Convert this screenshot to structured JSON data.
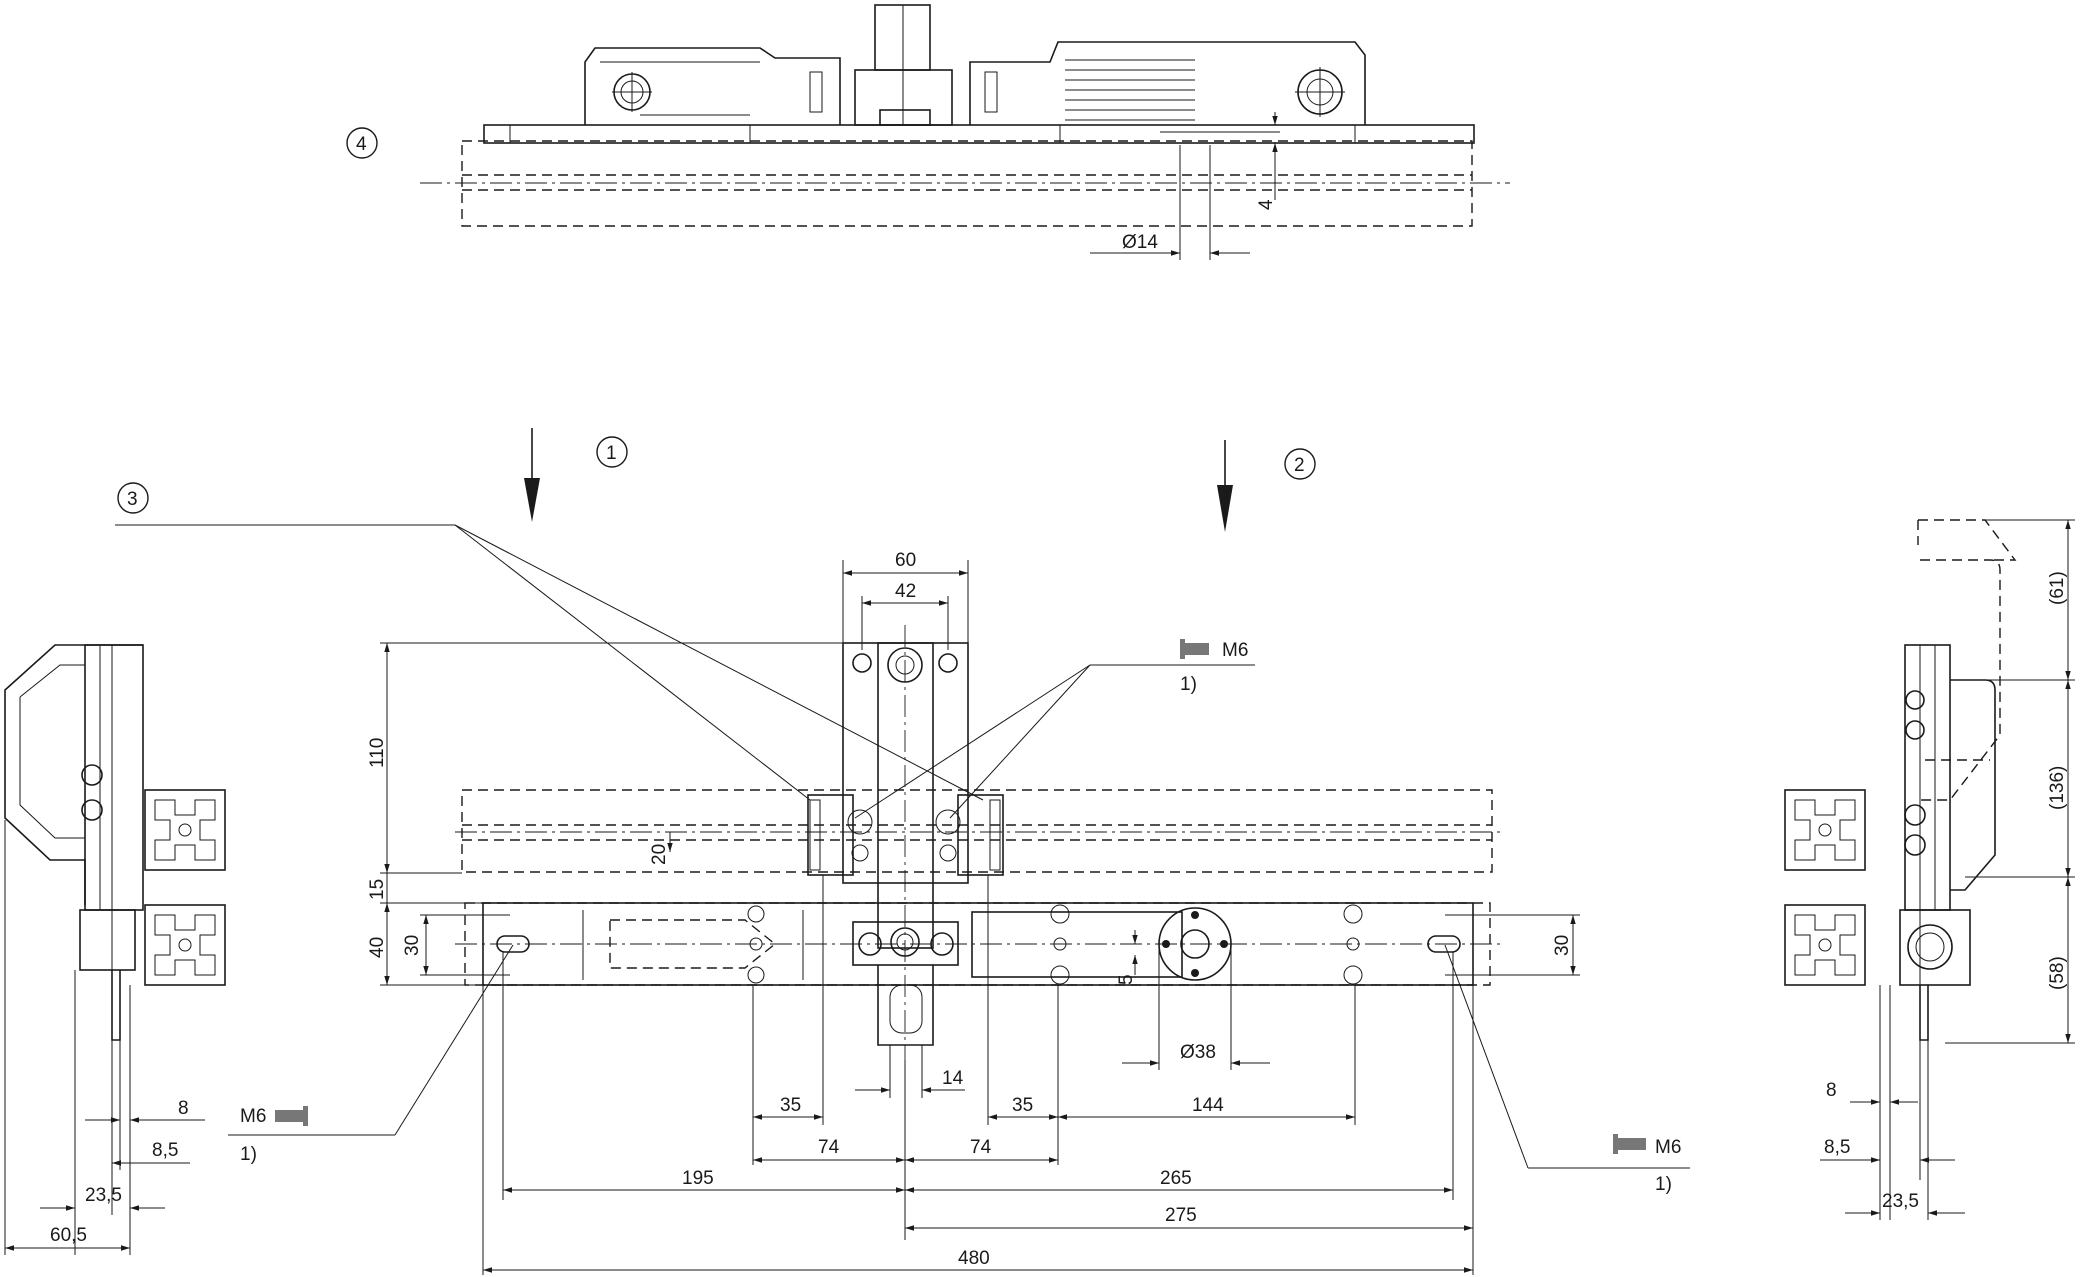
{
  "callouts": {
    "c1": "1",
    "c2": "2",
    "c3": "3",
    "c4": "4"
  },
  "screw_label": "M6",
  "footnote_mark": "1)",
  "top_view": {
    "dia14": "Ø14",
    "dim4": "4"
  },
  "front_view": {
    "d60": "60",
    "d42": "42",
    "d110": "110",
    "d20": "20",
    "d15": "15",
    "d40": "40",
    "d30_left": "30",
    "d30_right": "30",
    "d5": "5",
    "d38": "Ø38",
    "d14": "14",
    "d35_left": "35",
    "d35_right": "35",
    "d144": "144",
    "d74_left": "74",
    "d74_right": "74",
    "d195": "195",
    "d265": "265",
    "d275": "275",
    "d480": "480"
  },
  "left_view": {
    "d8": "8",
    "d8_5": "8,5",
    "d23_5": "23,5",
    "d60_5": "60,5"
  },
  "right_view": {
    "d61": "(61)",
    "d136": "(136)",
    "d58": "(58)",
    "d8": "8",
    "d8_5": "8,5",
    "d23_5": "23,5"
  }
}
